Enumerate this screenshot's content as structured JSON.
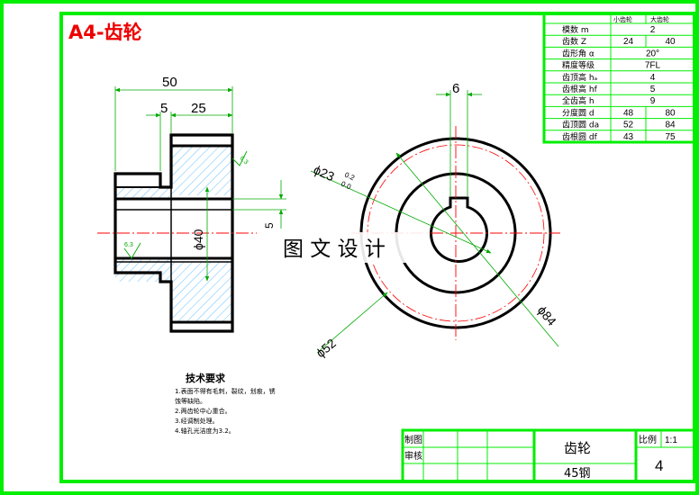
{
  "title": "A4-齿轮",
  "watermark": "图 文 设 计",
  "dims": {
    "len50": "50",
    "len5": "5",
    "len25": "25",
    "dia40": "ϕ40",
    "h5": "5",
    "keyw6": "6",
    "dia23": "ϕ23",
    "tol_up": "0.2",
    "tol_lo": "0.0",
    "dia84": "ϕ84",
    "dia52": "ϕ52",
    "rough1": "6.3",
    "rough2": "6.3"
  },
  "param_table": {
    "col_small": "小齿轮",
    "col_large": "大齿轮",
    "rows": [
      {
        "label": "模数 m",
        "small": "2",
        "large": "",
        "merged": true
      },
      {
        "label": "齿数 Z",
        "small": "24",
        "large": "40",
        "merged": false
      },
      {
        "label": "齿形角 α",
        "small": "20°",
        "large": "",
        "merged": true
      },
      {
        "label": "精度等级",
        "small": "7FL",
        "large": "",
        "merged": true
      },
      {
        "label": "齿顶高 hₐ",
        "small": "4",
        "large": "",
        "merged": true
      },
      {
        "label": "齿根高 hf",
        "small": "5",
        "large": "",
        "merged": true
      },
      {
        "label": "全齿高 h",
        "small": "9",
        "large": "",
        "merged": true
      },
      {
        "label": "分度圆 d",
        "small": "48",
        "large": "80",
        "merged": false
      },
      {
        "label": "齿顶圆 da",
        "small": "52",
        "large": "84",
        "merged": false
      },
      {
        "label": "齿根圆 df",
        "small": "43",
        "large": "75",
        "merged": false
      }
    ]
  },
  "tech": {
    "heading": "技术要求",
    "lines": [
      "1.表面不得有毛刺，裂纹，划痕，锈",
      "蚀等缺陷。",
      "2.两齿轮中心重合。",
      "3.经调制处理。",
      "4.轴孔光洁度为3.2。"
    ]
  },
  "title_block": {
    "drawn": "制图",
    "checked": "审核",
    "name": "齿轮",
    "scale_label": "比例",
    "scale": "1:1",
    "material": "45钢",
    "sheet": "4"
  },
  "colors": {
    "frame": "#00ee00",
    "title": "#ee0000",
    "hatch": "#3fb0ff",
    "dim": "#00aa00",
    "center": "#ff0000"
  }
}
